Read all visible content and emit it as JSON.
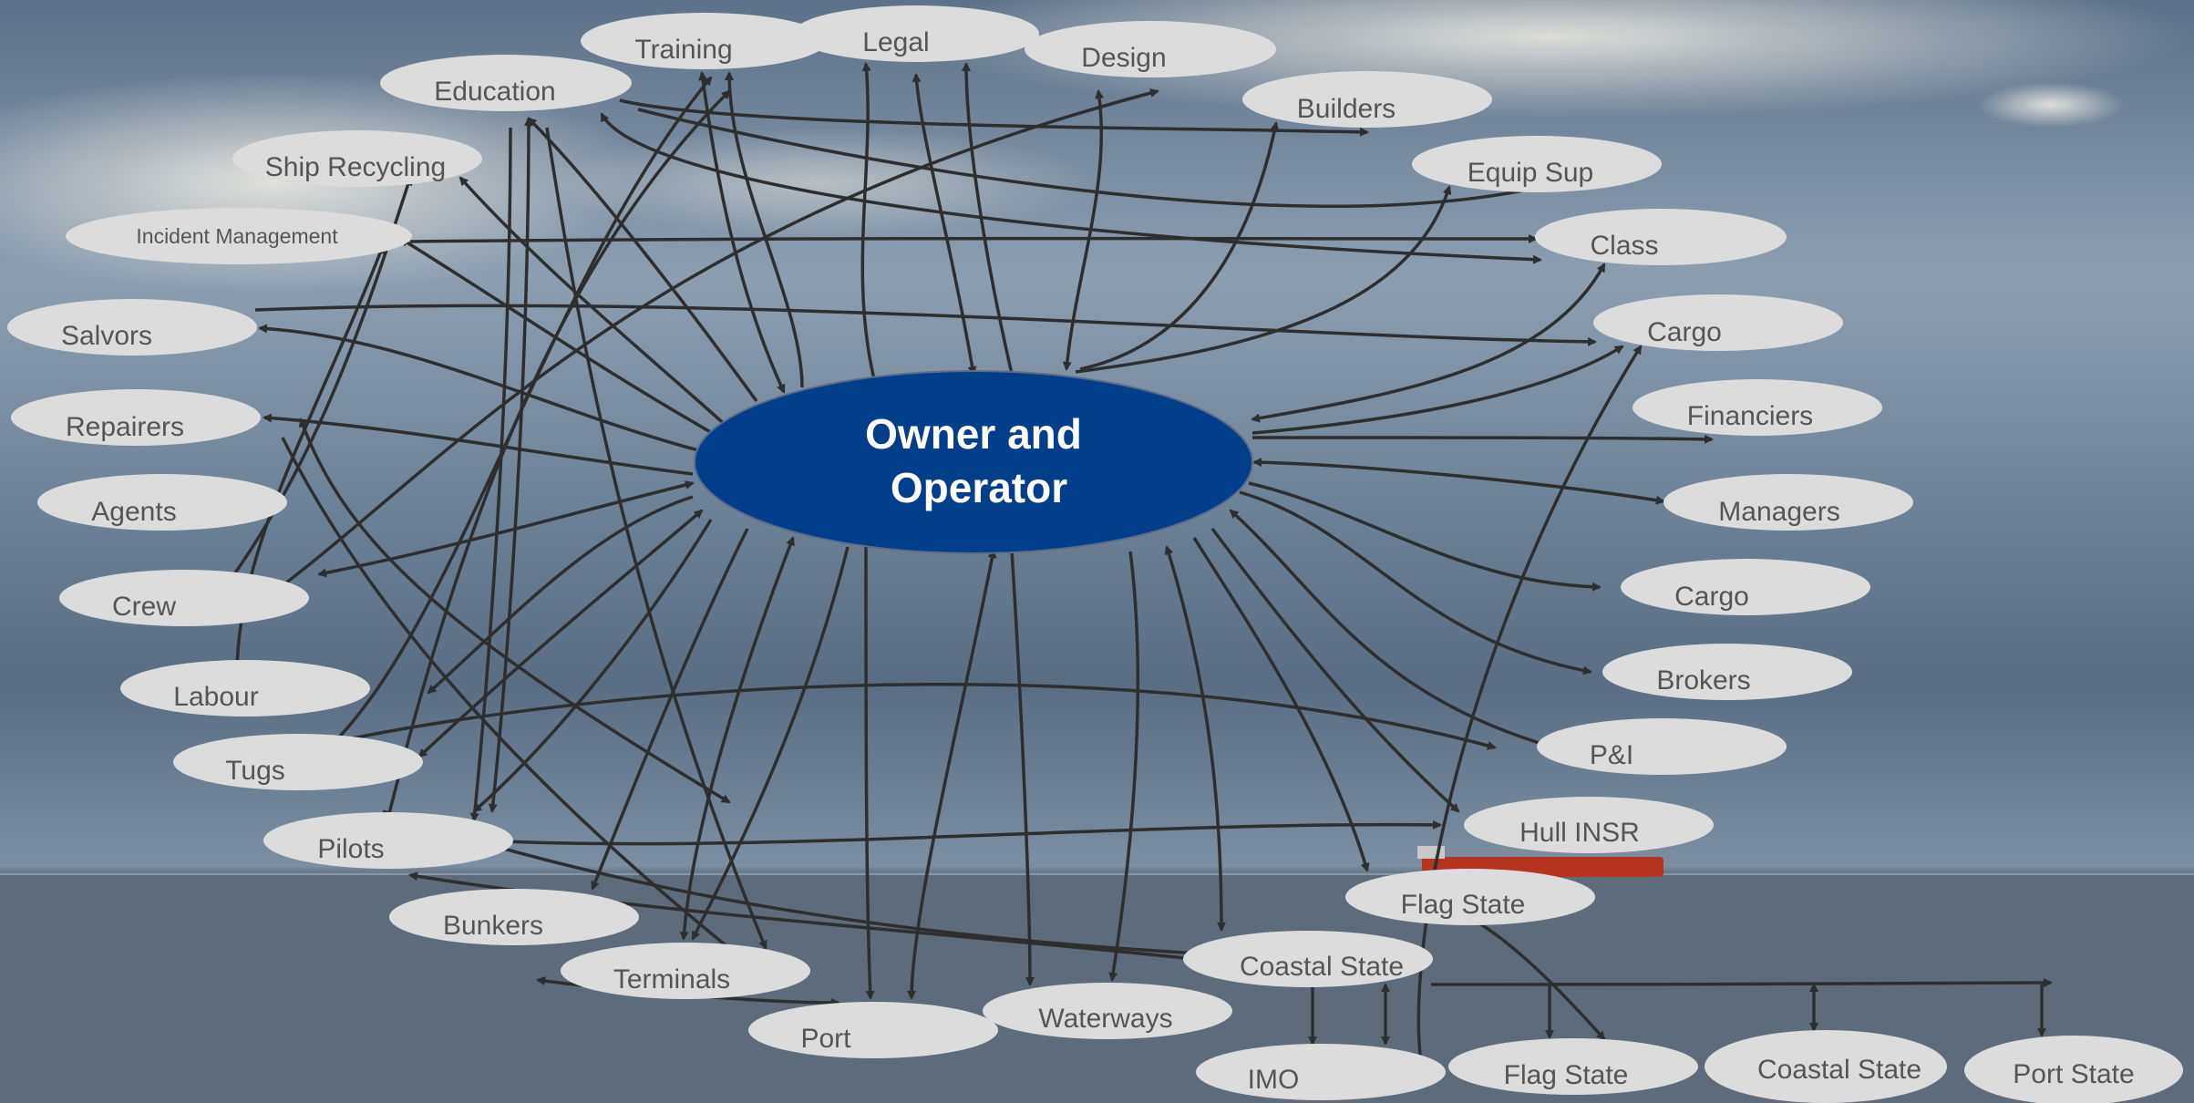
{
  "center": {
    "line1": "Owner and",
    "line2": "Operator"
  },
  "stakeholders": {
    "training": "Training",
    "legal": "Legal",
    "design": "Design",
    "education": "Education",
    "builders": "Builders",
    "ship_recycling": "Ship Recycling",
    "equip_sup": "Equip Sup",
    "incident_management": "Incident Management",
    "class": "Class",
    "salvors": "Salvors",
    "cargo_1": "Cargo",
    "repairers": "Repairers",
    "financiers": "Financiers",
    "agents": "Agents",
    "managers": "Managers",
    "crew": "Crew",
    "cargo_2": "Cargo",
    "brokers": "Brokers",
    "labour": "Labour",
    "p_and_i": "P&I",
    "tugs": "Tugs",
    "hull_insr": "Hull INSR",
    "pilots": "Pilots",
    "flag_state_1": "Flag State",
    "bunkers": "Bunkers",
    "coastal_state_1": "Coastal State",
    "terminals": "Terminals",
    "waterways": "Waterways",
    "port": "Port",
    "imo": "IMO",
    "flag_state_2": "Flag State",
    "coastal_state_2": "Coastal State",
    "port_state": "Port State"
  },
  "colors": {
    "center_fill": "#023e8a",
    "node_fill": "#dcdcdc",
    "node_text": "#555555",
    "arrow": "#2e2e2e"
  }
}
